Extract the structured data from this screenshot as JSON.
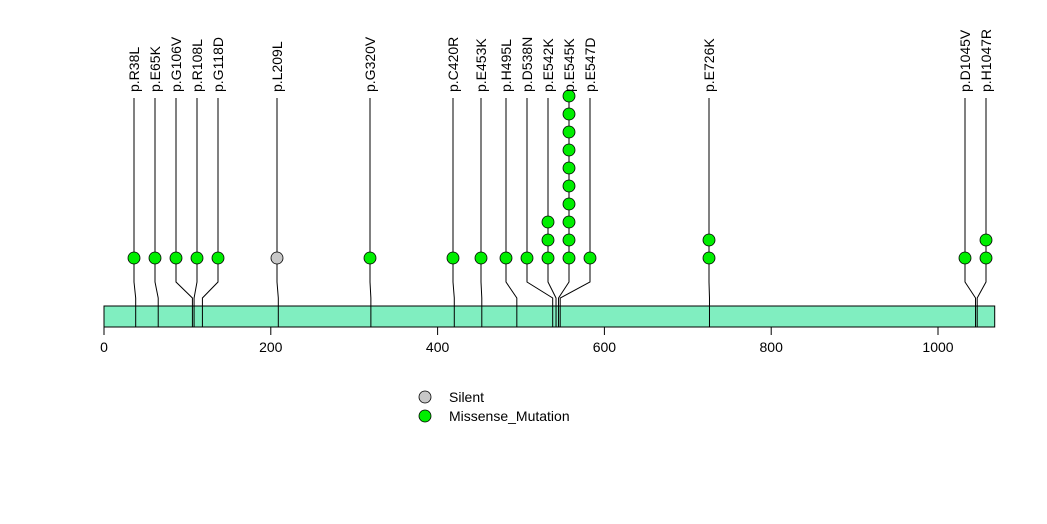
{
  "chart_data": {
    "type": "lollipop",
    "protein_length": 1068,
    "xlim": [
      0,
      1068
    ],
    "x_ticks": [
      0,
      200,
      400,
      600,
      800,
      1000
    ],
    "x_tick_labels": [
      "0",
      "200",
      "400",
      "600",
      "800",
      "1000"
    ],
    "mutations": [
      {
        "label": "p.R38L",
        "position": 38,
        "count": 1,
        "type": "Missense_Mutation"
      },
      {
        "label": "p.E65K",
        "position": 65,
        "count": 1,
        "type": "Missense_Mutation"
      },
      {
        "label": "p.G106V",
        "position": 106,
        "count": 1,
        "type": "Missense_Mutation"
      },
      {
        "label": "p.R108L",
        "position": 108,
        "count": 1,
        "type": "Missense_Mutation"
      },
      {
        "label": "p.G118D",
        "position": 118,
        "count": 1,
        "type": "Missense_Mutation"
      },
      {
        "label": "p.L209L",
        "position": 209,
        "count": 1,
        "type": "Silent"
      },
      {
        "label": "p.G320V",
        "position": 320,
        "count": 1,
        "type": "Missense_Mutation"
      },
      {
        "label": "p.C420R",
        "position": 420,
        "count": 1,
        "type": "Missense_Mutation"
      },
      {
        "label": "p.E453K",
        "position": 453,
        "count": 1,
        "type": "Missense_Mutation"
      },
      {
        "label": "p.H495L",
        "position": 495,
        "count": 1,
        "type": "Missense_Mutation"
      },
      {
        "label": "p.D538N",
        "position": 538,
        "count": 1,
        "type": "Missense_Mutation"
      },
      {
        "label": "p.E542K",
        "position": 542,
        "count": 3,
        "type": "Missense_Mutation"
      },
      {
        "label": "p.E545K",
        "position": 545,
        "count": 10,
        "type": "Missense_Mutation"
      },
      {
        "label": "p.E547D",
        "position": 547,
        "count": 1,
        "type": "Missense_Mutation"
      },
      {
        "label": "p.E726K",
        "position": 726,
        "count": 2,
        "type": "Missense_Mutation"
      },
      {
        "label": "p.D1045V",
        "position": 1045,
        "count": 1,
        "type": "Missense_Mutation"
      },
      {
        "label": "p.H1047R",
        "position": 1047,
        "count": 2,
        "type": "Missense_Mutation"
      }
    ],
    "legend": [
      {
        "label": "Silent",
        "color": "#c8c8c8"
      },
      {
        "label": "Missense_Mutation",
        "color": "#00ee00"
      }
    ],
    "legend_placement": "bottom-center",
    "colors": {
      "protein_bar": "#80eec0",
      "Silent": "#c8c8c8",
      "Missense_Mutation": "#00ee00"
    }
  }
}
